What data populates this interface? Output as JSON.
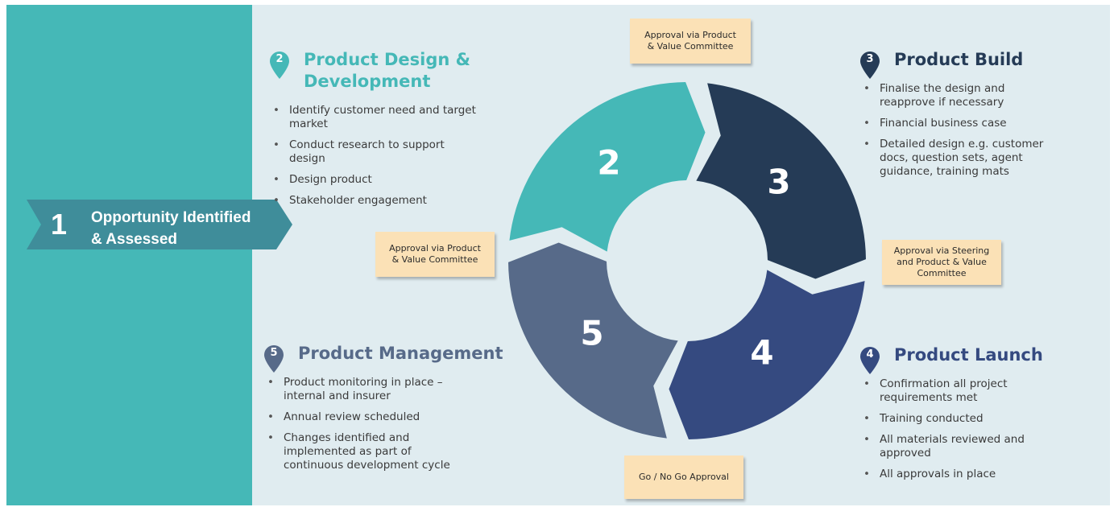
{
  "colors": {
    "teal": "#45b8b7",
    "dark_navy": "#253b56",
    "mid_blue": "#354a80",
    "slate": "#576a89",
    "arrow_teal_dark": "#3f8d9a",
    "callout": "#fbe1b6",
    "background": "#e0ecf0"
  },
  "stage1": {
    "number": "1",
    "title": "Opportunity Identified\n&  Assessed"
  },
  "ring": {
    "segments": [
      {
        "number": "2",
        "color": "#45b8b7"
      },
      {
        "number": "3",
        "color": "#253b56"
      },
      {
        "number": "4",
        "color": "#354a80"
      },
      {
        "number": "5",
        "color": "#576a89"
      }
    ]
  },
  "stages": {
    "design": {
      "number": "2",
      "title": "Product Design &\nDevelopment",
      "title_color": "#45b8b7",
      "bullets": [
        "Identify customer need and target\nmarket",
        "Conduct research to support\ndesign",
        "Design product",
        "Stakeholder engagement"
      ]
    },
    "build": {
      "number": "3",
      "title": "Product Build",
      "title_color": "#253b56",
      "bullets": [
        "Finalise the design and\nreapprove if necessary",
        "Financial business case",
        "Detailed design e.g. customer\ndocs, question sets, agent\nguidance, training mats"
      ]
    },
    "launch": {
      "number": "4",
      "title": "Product Launch",
      "title_color": "#354a80",
      "bullets": [
        "Confirmation all project\nrequirements met",
        "Training conducted",
        "All materials reviewed and\napproved",
        "All approvals in place"
      ]
    },
    "management": {
      "number": "5",
      "title": "Product Management",
      "title_color": "#576a89",
      "bullets": [
        "Product monitoring in place –\ninternal and insurer",
        "Annual review scheduled",
        "Changes identified and\nimplemented as part of\ncontinuous development cycle"
      ]
    }
  },
  "callouts": {
    "top": "Approval via Product\n& Value Committee",
    "left": "Approval via Product\n& Value Committee",
    "right": "Approval via Steering\nand Product & Value\nCommittee",
    "bottom": "Go / No Go Approval"
  }
}
